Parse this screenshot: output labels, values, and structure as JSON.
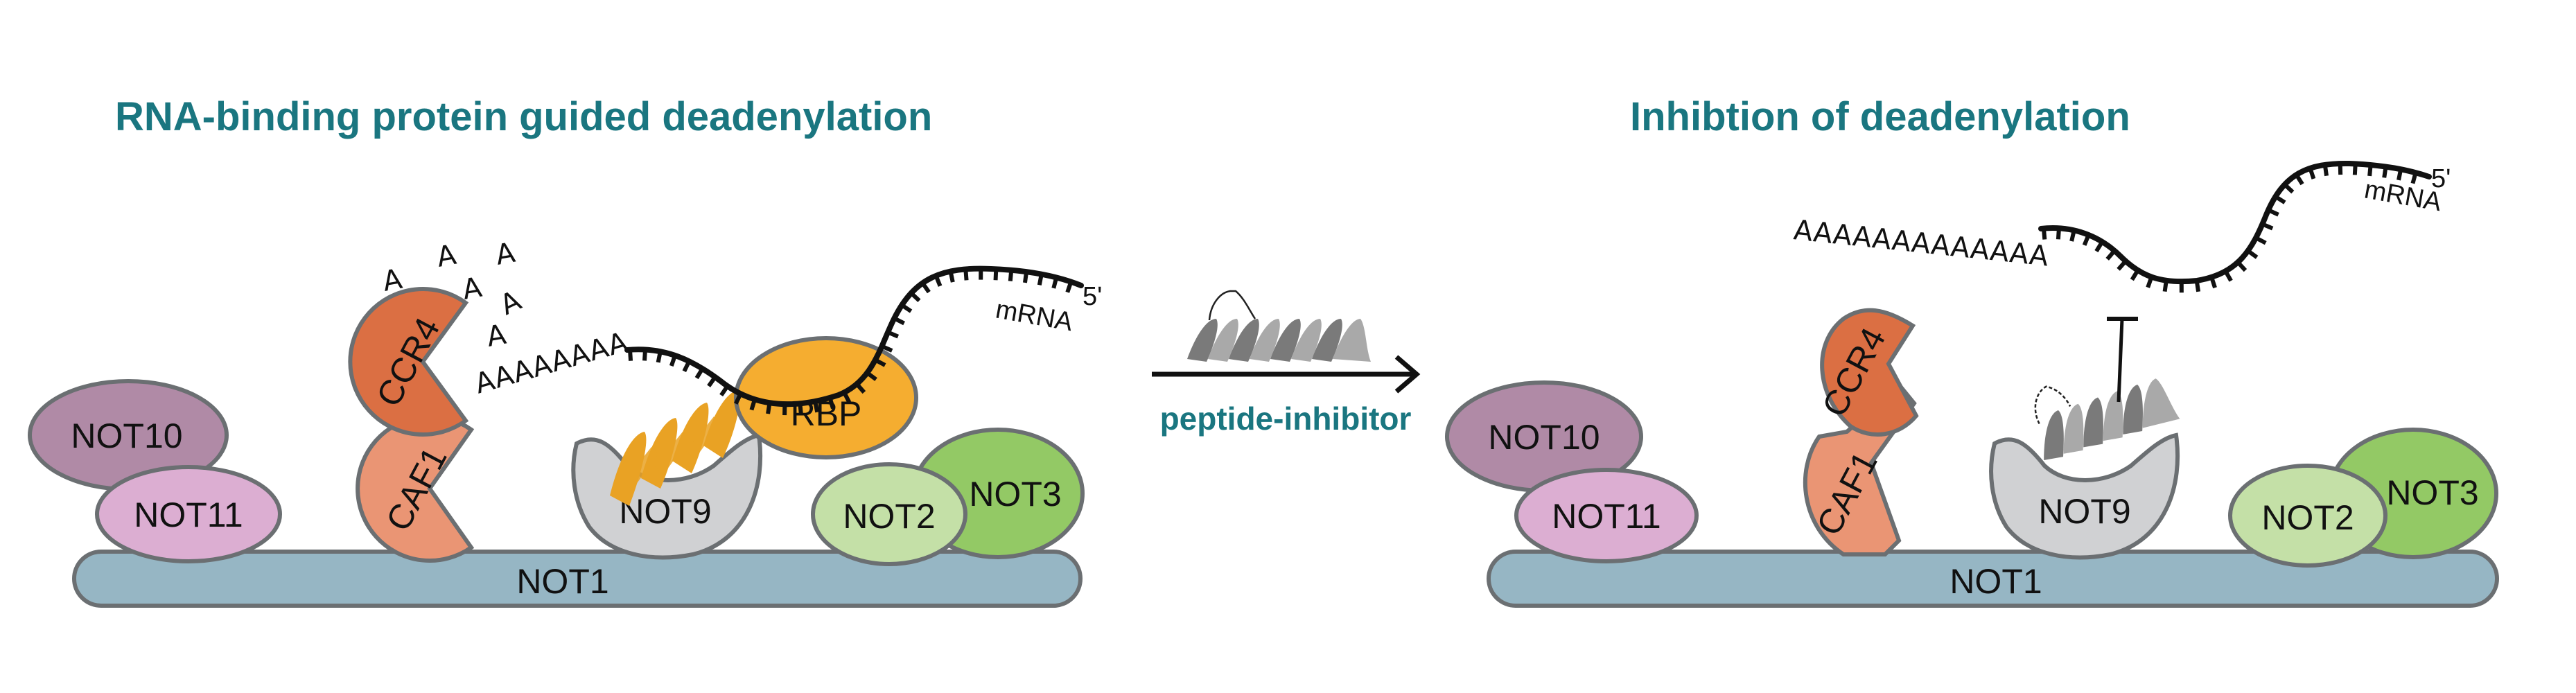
{
  "colors": {
    "title": "#1a7680",
    "not1": "#96b6c4",
    "not10": "#b08aa6",
    "not11": "#dcaed2",
    "ccr4": "#db6f43",
    "caf1": "#ea9574",
    "not9": "#d0d1d3",
    "rbp": "#f5ad30",
    "not2": "#c4e0a7",
    "not3": "#93c965",
    "outline": "#6b6f72",
    "helix_orange": "#e9a224",
    "helix_dark": "#7a7a7a",
    "helix_light": "#a9a9a9",
    "ink": "#111111"
  },
  "left_panel": {
    "title": "RNA-binding protein guided deadenylation",
    "proteins": {
      "not1": "NOT1",
      "not10": "NOT10",
      "not11": "NOT11",
      "ccr4": "CCR4",
      "caf1": "CAF1",
      "not9": "NOT9",
      "rbp": "RBP",
      "not2": "NOT2",
      "not3": "NOT3"
    },
    "polyA_tail": "AAAAAAAA",
    "released_adenosines": [
      "A",
      "A",
      "A",
      "A",
      "A",
      "A"
    ],
    "mrna_label": "mRNA",
    "five_prime": "5'"
  },
  "transition": {
    "label": "peptide-inhibitor",
    "arrow_icon": "right-arrow-icon",
    "peptide_icon": "stapled-peptide-helix-icon"
  },
  "right_panel": {
    "title": "Inhibtion of deadenylation",
    "proteins": {
      "not1": "NOT1",
      "not10": "NOT10",
      "not11": "NOT11",
      "ccr4": "CCR4",
      "caf1": "CAF1",
      "not9": "NOT9",
      "not2": "NOT2",
      "not3": "NOT3"
    },
    "polyA_tail": "AAAAAAAAAAAAA",
    "mrna_label": "mRNA",
    "five_prime": "5'",
    "inhibition_icon": "inhibition-bar-icon"
  }
}
